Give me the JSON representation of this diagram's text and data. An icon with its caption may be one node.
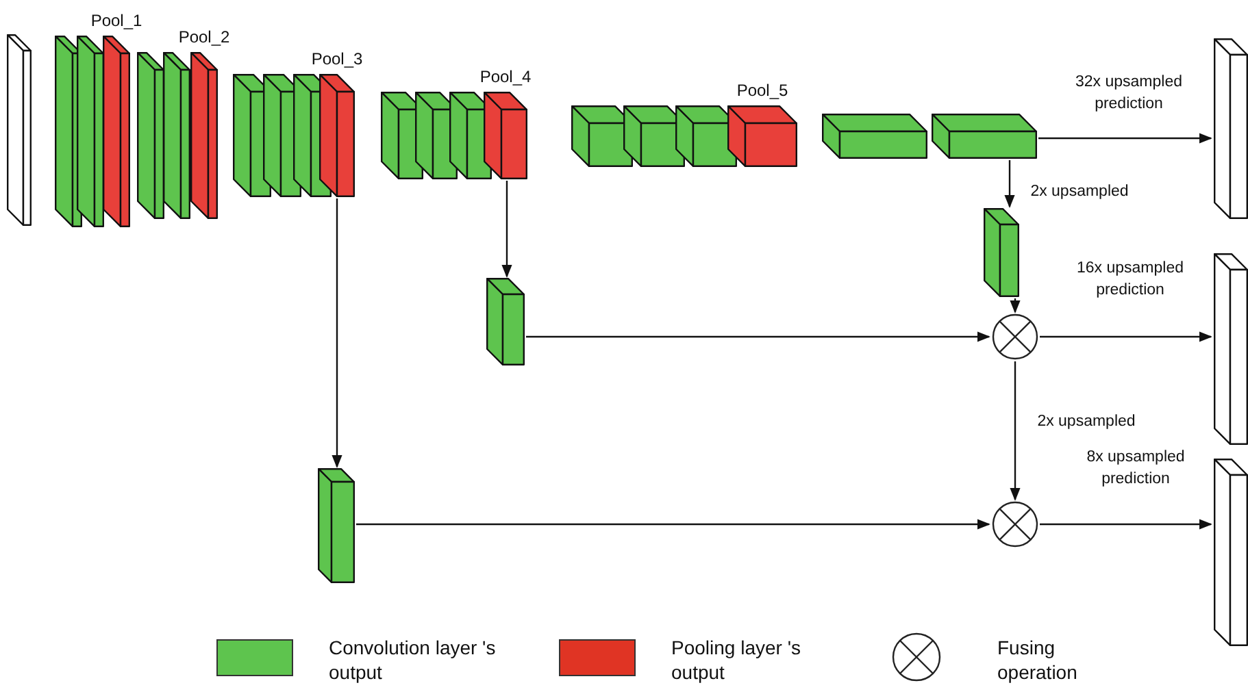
{
  "diagram": {
    "nodes": [
      {
        "text": [],
        "shape": "box"
      },
      {
        "text": [],
        "shape": "box"
      },
      {
        "text": [],
        "shape": "box"
      },
      {
        "text": [],
        "shape": "box",
        "beside": [
          "Pool_1"
        ]
      },
      {
        "text": [],
        "shape": "box"
      },
      {
        "text": [],
        "shape": "box"
      },
      {
        "text": [],
        "shape": "box",
        "beside": [
          "Pool_2"
        ]
      },
      {
        "text": [],
        "shape": "box"
      },
      {
        "text": [],
        "shape": "box"
      },
      {
        "text": [],
        "shape": "box"
      },
      {
        "text": [],
        "shape": "box",
        "beside": [
          "Pool_3"
        ]
      },
      {
        "text": [],
        "shape": "box"
      },
      {
        "text": [],
        "shape": "box"
      },
      {
        "text": [],
        "shape": "box"
      },
      {
        "text": [],
        "shape": "box",
        "beside": [
          "Pool_4"
        ]
      },
      {
        "text": [],
        "shape": "box"
      },
      {
        "text": [],
        "shape": "box"
      },
      {
        "text": [],
        "shape": "box"
      },
      {
        "text": [],
        "shape": "box",
        "beside": [
          "Pool_5"
        ]
      },
      {
        "text": [],
        "shape": "box"
      },
      {
        "text": [],
        "shape": "box"
      },
      {
        "text": [],
        "shape": "box"
      },
      {
        "text": [],
        "shape": "box"
      },
      {
        "text": [],
        "shape": "circle"
      },
      {
        "text": [],
        "shape": "box"
      },
      {
        "text": [],
        "shape": "circle"
      },
      {
        "text": [],
        "shape": "box"
      },
      {
        "text": [],
        "shape": "box"
      },
      {
        "text": [],
        "shape": "box"
      }
    ],
    "edges": [
      {
        "from": 20,
        "to": 26,
        "arrow": "to",
        "label": "32x upsampled prediction"
      },
      {
        "from": 20,
        "to": 21,
        "arrow": "to",
        "label": "2x upsampled"
      },
      {
        "from": 14,
        "to": 22,
        "arrow": "to"
      },
      {
        "from": 21,
        "to": 23,
        "arrow": "to"
      },
      {
        "from": 22,
        "to": 23,
        "arrow": "to"
      },
      {
        "from": 23,
        "to": 27,
        "arrow": "to",
        "label": "16x upsampled prediction"
      },
      {
        "from": 10,
        "to": 24,
        "arrow": "to"
      },
      {
        "from": 23,
        "to": 25,
        "arrow": "to",
        "label": "2x upsampled"
      },
      {
        "from": 24,
        "to": 25,
        "arrow": "to"
      },
      {
        "from": 25,
        "to": 28,
        "arrow": "to",
        "label": "8x upsampled prediction"
      }
    ],
    "legend": [
      {
        "text": "Convolution layer 's output",
        "color": "#5ec44e"
      },
      {
        "text": "Pooling layer 's output",
        "color": "#e03424"
      },
      {
        "text": "Fusing operation"
      }
    ]
  }
}
